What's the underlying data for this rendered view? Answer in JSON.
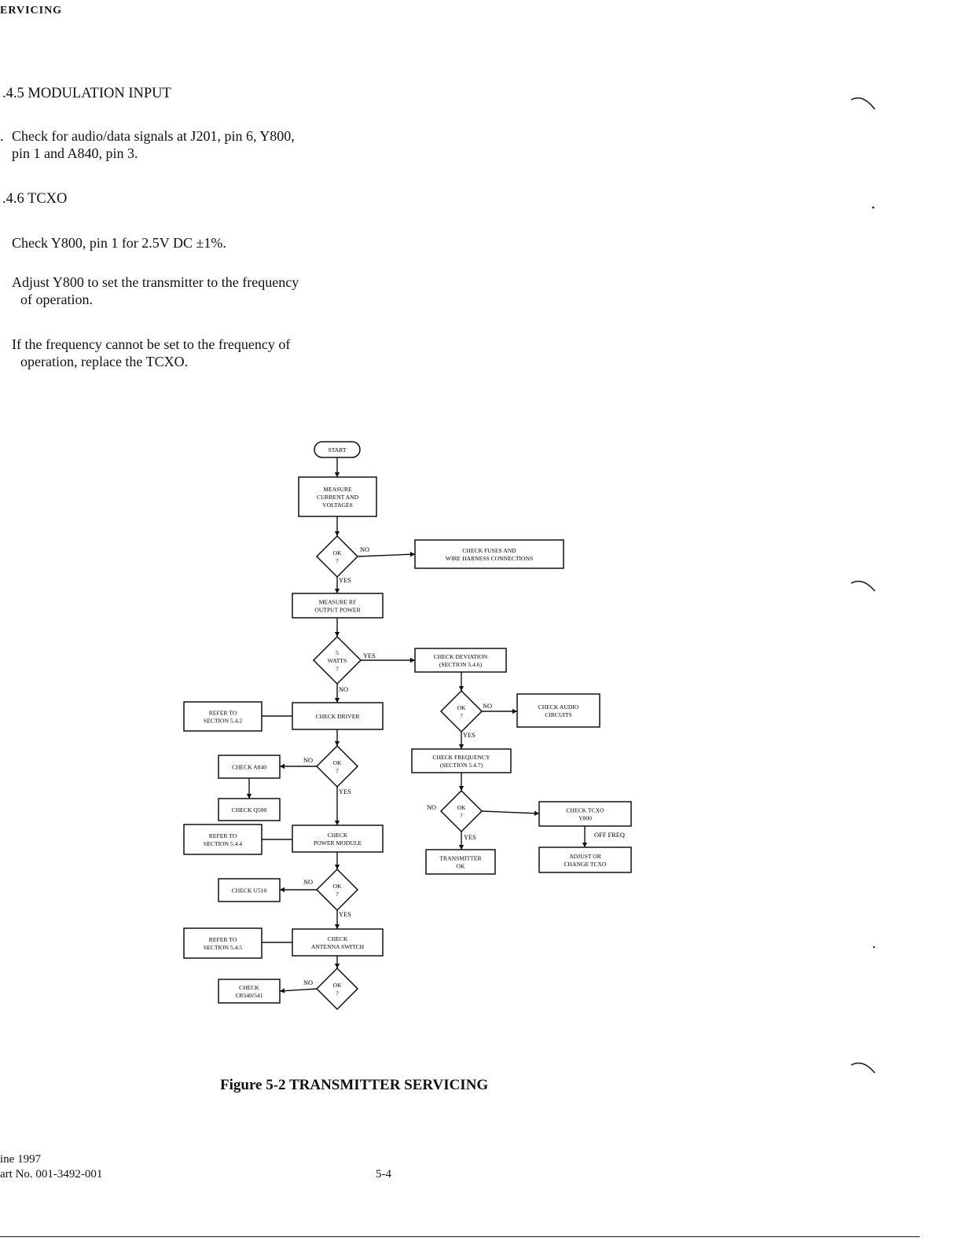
{
  "header": {
    "running_title": "ERVICING"
  },
  "sections": [
    {
      "heading": ".4.5  MODULATION INPUT",
      "items": [
        {
          "line1": "Check for audio/data signals at J201, pin 6, Y800,",
          "line2": "pin 1 and A840, pin 3."
        }
      ]
    },
    {
      "heading": ".4.6  TCXO",
      "items": [
        {
          "line1": "Check Y800, pin 1 for 2.5V DC ±1%.",
          "line2": ""
        },
        {
          "line1": "Adjust Y800 to set the transmitter to the frequency",
          "line2": "of operation."
        },
        {
          "line1": "If the frequency cannot be set to the frequency of",
          "line2": "operation, replace the TCXO."
        }
      ]
    }
  ],
  "flowchart": {
    "nodes": {
      "start": {
        "lines": [
          "START"
        ]
      },
      "measure_cv": {
        "lines": [
          "MEASURE",
          "CURRENT AND",
          "VOLTAGES"
        ]
      },
      "d_ok1": {
        "lines": [
          "OK",
          "?"
        ]
      },
      "fuses": {
        "lines": [
          "CHECK FUSES AND",
          "WIRE HARNESS CONNECTIONS"
        ]
      },
      "measure_rf": {
        "lines": [
          "MEASURE RF",
          "OUTPUT POWER"
        ]
      },
      "d_watts": {
        "lines": [
          "5",
          "WATTS",
          "?"
        ]
      },
      "deviation": {
        "lines": [
          "CHECK DEVIATION",
          "(SECTION 5.4.6)"
        ]
      },
      "d_ok_dev": {
        "lines": [
          "OK",
          "?"
        ]
      },
      "audio": {
        "lines": [
          "CHECK AUDIO",
          "CIRCUITS"
        ]
      },
      "frequency": {
        "lines": [
          "CHECK FREQUENCY",
          "(SECTION 5.4.7)"
        ]
      },
      "d_ok_freq": {
        "lines": [
          "OK",
          "?"
        ]
      },
      "tcxo": {
        "lines": [
          "CHECK TCXO",
          "Y800"
        ]
      },
      "adjust_tcxo": {
        "lines": [
          "ADJUST OR",
          "CHANGE TCXO"
        ]
      },
      "tx_ok": {
        "lines": [
          "TRANSMITTER",
          "OK"
        ]
      },
      "ref542": {
        "lines": [
          "REFER TO",
          "SECTION 5.4.2"
        ]
      },
      "driver": {
        "lines": [
          "CHECK DRIVER"
        ]
      },
      "d_ok_drv": {
        "lines": [
          "OK",
          "?"
        ]
      },
      "a840": {
        "lines": [
          "CHECK A840"
        ]
      },
      "q500": {
        "lines": [
          "CHECK Q500"
        ]
      },
      "ref544": {
        "lines": [
          "REFER TO",
          "SECTION 5.4.4"
        ]
      },
      "power_module": {
        "lines": [
          "CHECK",
          "POWER MODULE"
        ]
      },
      "d_ok_pm": {
        "lines": [
          "OK",
          "?"
        ]
      },
      "u510": {
        "lines": [
          "CHECK U510"
        ]
      },
      "ref545": {
        "lines": [
          "REFER TO",
          "SECTION 5.4.5"
        ]
      },
      "antenna": {
        "lines": [
          "CHECK",
          "ANTENNA SWITCH"
        ]
      },
      "d_ok_ant": {
        "lines": [
          "OK",
          "?"
        ]
      },
      "cr540": {
        "lines": [
          "CHECK",
          "CR540/541"
        ]
      }
    },
    "edge_labels": {
      "ok1_no": "NO",
      "ok1_yes": "YES",
      "watts_yes": "YES",
      "watts_no": "NO",
      "dev_no": "NO",
      "dev_yes": "YES",
      "freq_no": "NO",
      "freq_yes": "YES",
      "off_freq": "OFF FREQ",
      "drv_no": "NO",
      "drv_yes": "YES",
      "pm_no": "NO",
      "pm_yes": "YES",
      "ant_no": "NO"
    }
  },
  "figure_caption": "Figure 5-2   TRANSMITTER SERVICING",
  "footer": {
    "date": "ine 1997",
    "part_no": "art No. 001-3492-001",
    "page": "5-4"
  }
}
